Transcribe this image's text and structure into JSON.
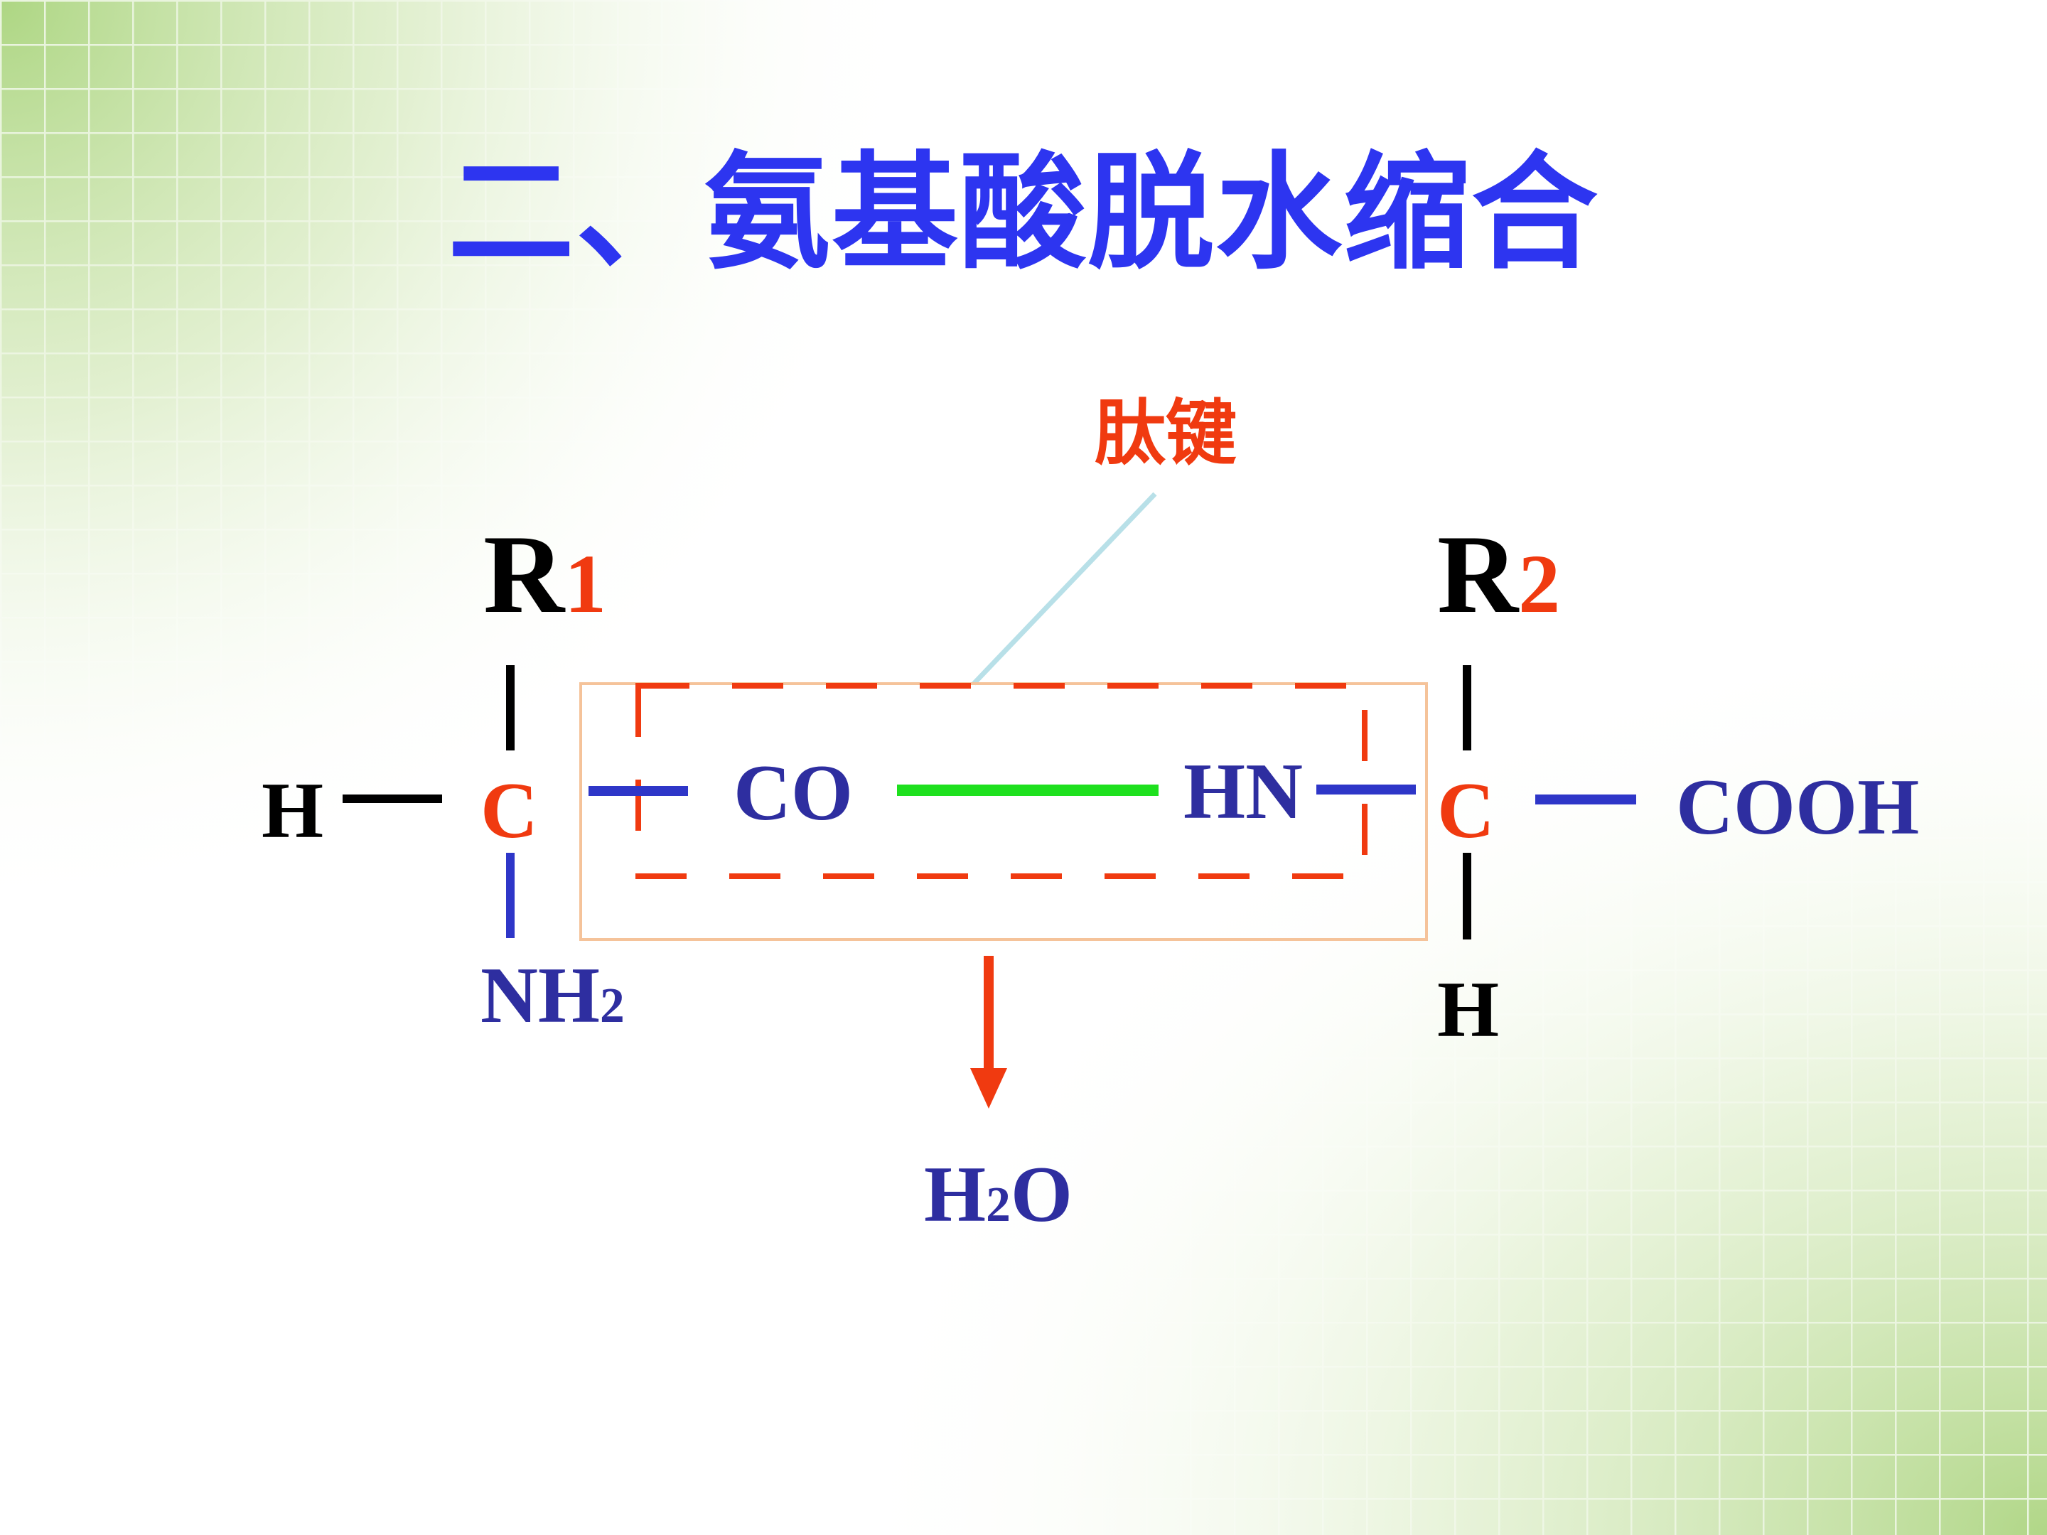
{
  "title": "二、氨基酸脱水缩合",
  "peptide_bond_label": "肽键",
  "residue1": {
    "r_letter": "R",
    "r_index": "1",
    "h_left": "H",
    "carbon": "C",
    "amino_main": "NH",
    "amino_sub": "2"
  },
  "residue2": {
    "r_letter": "R",
    "r_index": "2",
    "carbon": "C",
    "carboxyl": "COOH",
    "h_bottom": "H"
  },
  "bond_groups": {
    "carbonyl": "CO",
    "imino": "HN"
  },
  "water": {
    "h": "H",
    "sub": "2",
    "o": "O"
  },
  "colors": {
    "title": "#2d35f0",
    "red": "#f03a10",
    "navy": "#2e2ea0",
    "bond_blue": "#2e36c8",
    "bond_green": "#1ee01e",
    "connector": "#b8e0e8",
    "box_outline": "#f5c39a"
  }
}
